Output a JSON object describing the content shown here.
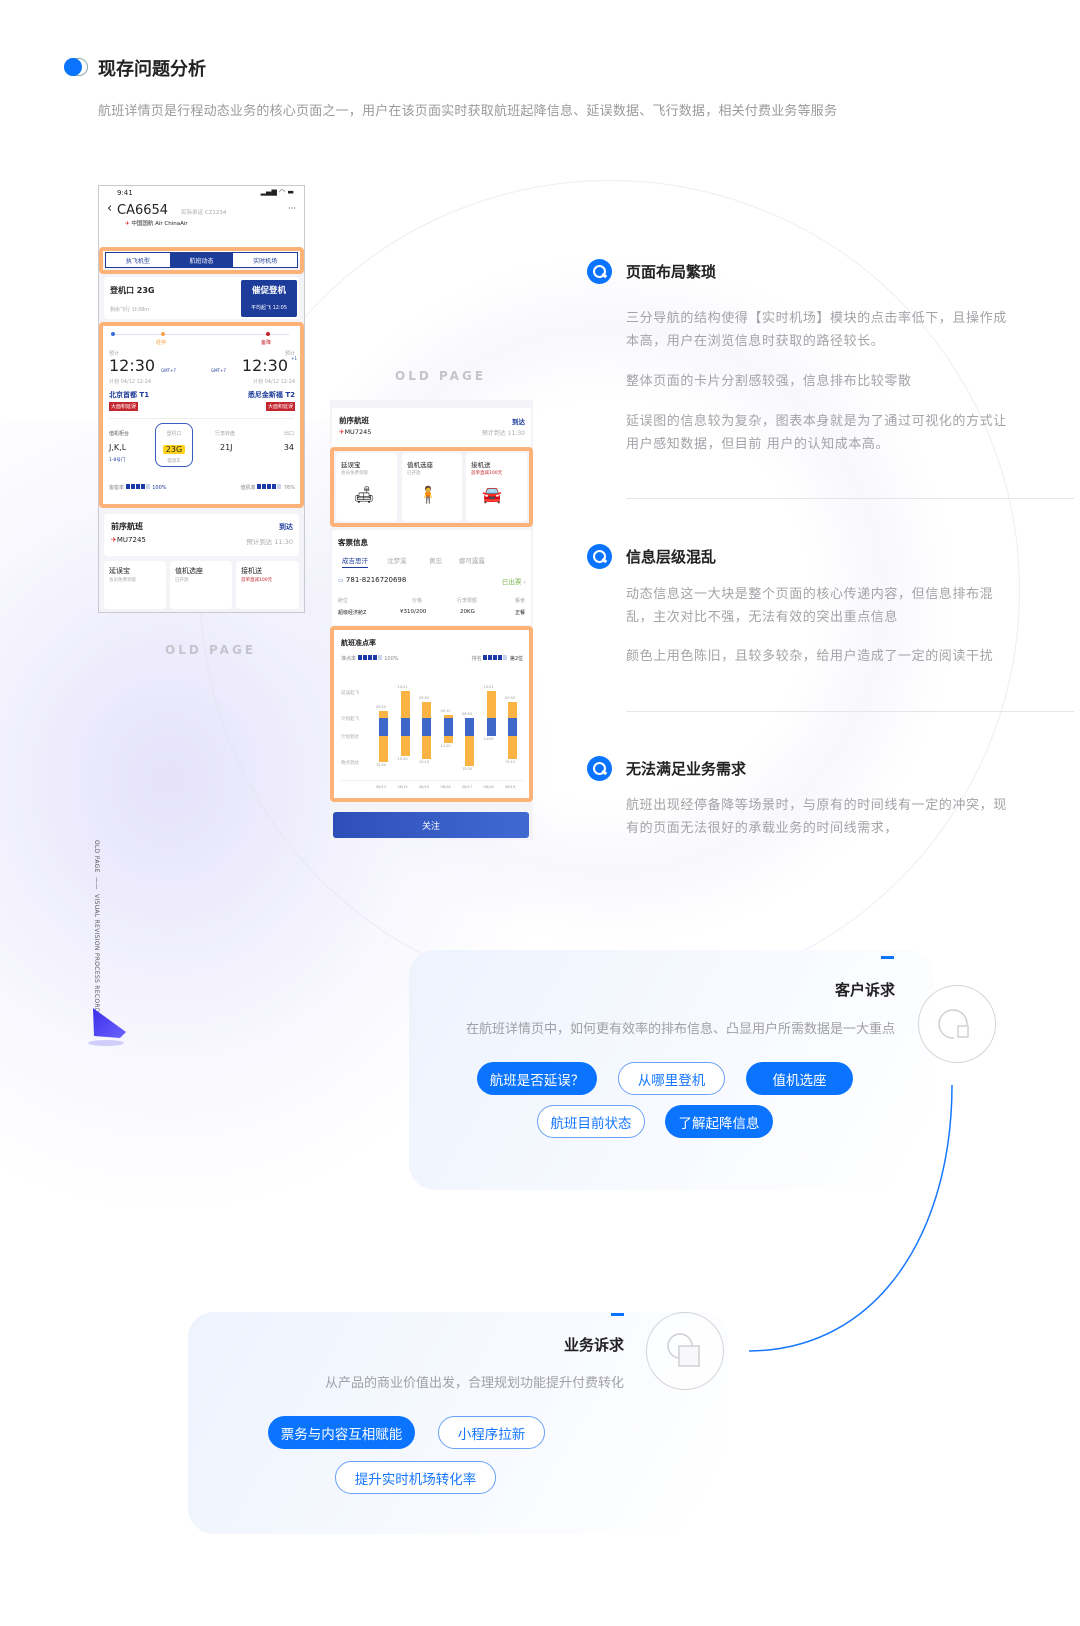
{
  "header": {
    "title": "现存问题分析",
    "subtitle": "航班详情页是行程动态业务的核心页面之一，用户在该页面实时获取航班起降信息、延误数据、飞行数据，相关付费业务等服务"
  },
  "old_page_labels": [
    "OLD PAGE",
    "OLD PAGE"
  ],
  "side_label": {
    "top": "OLD PAGE",
    "bottom": "VISUAL REVISION PROCESS RECORD"
  },
  "phone1": {
    "time": "9:41",
    "flight": "CA6654",
    "operator": "实际承运 CZ1234",
    "more": "···",
    "airline": "中国国航 Air ChinaAir",
    "tabs": [
      "执飞机型",
      "航班动态",
      "实时机场"
    ],
    "gate": {
      "label": "登机口 23G",
      "remain": "剩余飞行 1h38m",
      "button": "催促登机",
      "avg": "平均起飞 12:05"
    },
    "timeline": {
      "stop": "经停",
      "alt": "备降"
    },
    "dep": {
      "est": "预计",
      "time": "12:30",
      "tz": "GMT+7",
      "plan": "计划 04/12 12:24",
      "airport": "北京首都 T1",
      "badge": "大面积延误"
    },
    "arr": {
      "est": "预计",
      "time": "12:30",
      "tz": "GMT+7",
      "plus": "+1",
      "plan": "计划 04/12 12:24",
      "airport": "悉尼金斯福 T2",
      "badge": "大面积延误"
    },
    "info": [
      {
        "label": "值机柜台",
        "value": "J,K,L",
        "sub": "1-8号门"
      },
      {
        "label": "登机口",
        "value": "23G",
        "sub": "摆渡车"
      },
      {
        "label": "行李转盘",
        "value": "21J"
      },
      {
        "label": "出口",
        "value": "34"
      }
    ],
    "load": {
      "label": "客座率",
      "value": "100%"
    },
    "checkin": {
      "label": "值机率",
      "value": "76%"
    },
    "prev": {
      "title": "前序航班",
      "flight": "MU7245",
      "status": "到达",
      "eta": "预计到达 11:30"
    },
    "services": [
      {
        "title": "延误宝",
        "sub": "会员免费领取"
      },
      {
        "title": "值机选座",
        "sub": "已开放"
      },
      {
        "title": "接机送",
        "sub": "首单直减100元"
      }
    ]
  },
  "phone2": {
    "prev": {
      "title": "前序航班",
      "flight": "MU7245",
      "status": "到达",
      "eta": "预计到达 11:30"
    },
    "services": [
      {
        "title": "延误宝",
        "sub": "会员免费领取"
      },
      {
        "title": "值机选座",
        "sub": "已开放"
      },
      {
        "title": "接机送",
        "sub": "首单直减100元"
      }
    ],
    "ticket": {
      "title": "客票信息",
      "passengers": [
        "成吉思汗",
        "沈梦溪",
        "黄忠",
        "娜可露露"
      ],
      "number": "781-8216720698",
      "status": "已出票",
      "cols": [
        {
          "label": "舱位",
          "value": "超级经济舱Z"
        },
        {
          "label": "价格",
          "value": "¥310/200"
        },
        {
          "label": "行李限额",
          "value": "20KG"
        },
        {
          "label": "餐食",
          "value": "正餐"
        }
      ]
    },
    "ontime": {
      "title": "航班准点率",
      "rate_label": "准点率",
      "rate": "100%",
      "rank_label": "排名",
      "rank": "第2位",
      "ylabels": [
        "延误起飞",
        "计划起飞",
        "计划到达",
        "晚点到达"
      ],
      "bars": [
        {
          "date": "08/13",
          "dep": "09:20",
          "arr": "15:20"
        },
        {
          "date": "08/14",
          "dep": "10:21",
          "arr": "15:00"
        },
        {
          "date": "08/15",
          "dep": "09:50",
          "arr": "15:10"
        },
        {
          "date": "08/16",
          "dep": "09:10",
          "arr": "14:20"
        },
        {
          "date": "08/17",
          "dep": "08:50",
          "arr": "15:30"
        },
        {
          "date": "08/18",
          "dep": "10:21",
          "arr": "14:00"
        },
        {
          "date": "08/19",
          "dep": "09:50",
          "arr": "15:10"
        }
      ]
    },
    "follow": "关注"
  },
  "issues": [
    {
      "title": "页面布局繁琐",
      "paras": [
        "三分导航的结构使得【实时机场】模块的点击率低下，且操作成本高，用户在浏览信息时获取的路径较长。",
        "整体页面的卡片分割感较强，信息排布比较零散",
        "延误图的信息较为复杂，图表本身就是为了通过可视化的方式让用户感知数据，但目前 用户的认知成本高。"
      ]
    },
    {
      "title": "信息层级混乱",
      "paras": [
        "动态信息这一大块是整个页面的核心传递内容，但信息排布混乱，主次对比不强，无法有效的突出重点信息",
        "颜色上用色陈旧，且较多较杂，给用户造成了一定的阅读干扰"
      ]
    },
    {
      "title": "无法满足业务需求",
      "paras": [
        "航班出现经停备降等场景时，与原有的时间线有一定的冲突，现有的页面无法很好的承载业务的时间线需求，"
      ]
    }
  ],
  "customer": {
    "title": "客户诉求",
    "desc": "在航班详情页中，如何更有效率的排布信息、凸显用户所需数据是一大重点",
    "tags": [
      "航班是否延误？",
      "从哪里登机",
      "值机选座",
      "航班目前状态",
      "了解起降信息"
    ]
  },
  "business": {
    "title": "业务诉求",
    "desc": "从产品的商业价值出发，合理规划功能提升付费转化",
    "tags": [
      "票务与内容互相赋能",
      "小程序拉新",
      "提升实时机场转化率"
    ]
  },
  "colors": {
    "primary": "#0a74ff",
    "orange": "#fdb277",
    "navy": "#1d3c9a",
    "bar_orange": "#fbb444",
    "bar_blue": "#3f66c9"
  }
}
